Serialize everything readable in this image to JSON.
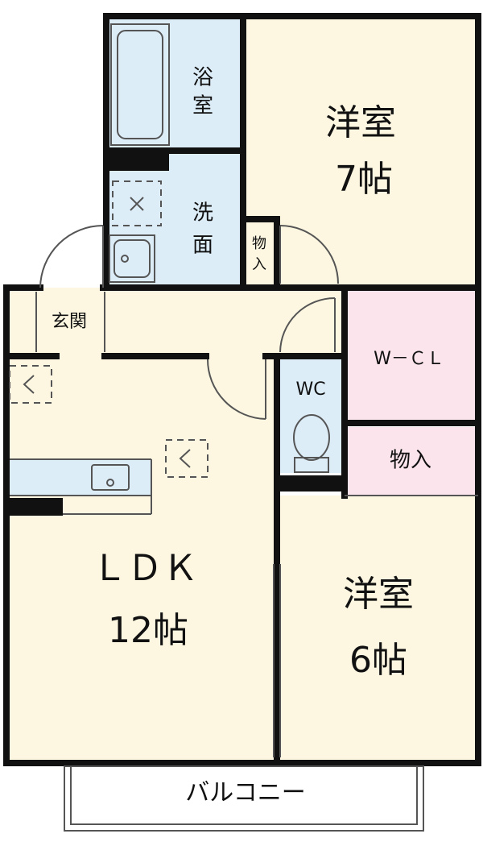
{
  "colors": {
    "wall": "#111111",
    "bath": "#dcedf8",
    "room": "#fdf7e1",
    "storage": "#fbe4ec",
    "hall": "#fdf7e1",
    "line": "#555555",
    "background": "#ffffff"
  },
  "rooms": {
    "bath": {
      "line1": "浴",
      "line2": "室"
    },
    "washroom": {
      "line1": "洗",
      "line2": "面"
    },
    "small_storage": {
      "line1": "物",
      "line2": "入"
    },
    "western_room_1": {
      "name": "洋室",
      "size": "7帖"
    },
    "entrance": {
      "name": "玄関"
    },
    "walk_in_closet": {
      "name": "W－ＣＬ"
    },
    "toilet": {
      "name": "WC"
    },
    "storage": {
      "name": "物入"
    },
    "ldk": {
      "name": "ＬＤＫ",
      "size": "12帖"
    },
    "western_room_2": {
      "name": "洋室",
      "size": "6帖"
    },
    "balcony": {
      "name": "バルコニー"
    }
  },
  "icons": [
    "washer-pan-icon",
    "ac-unit-icon",
    "bathtub-icon",
    "sink-icon",
    "toilet-icon",
    "kitchen-sink-icon",
    "door-swing-icon"
  ]
}
